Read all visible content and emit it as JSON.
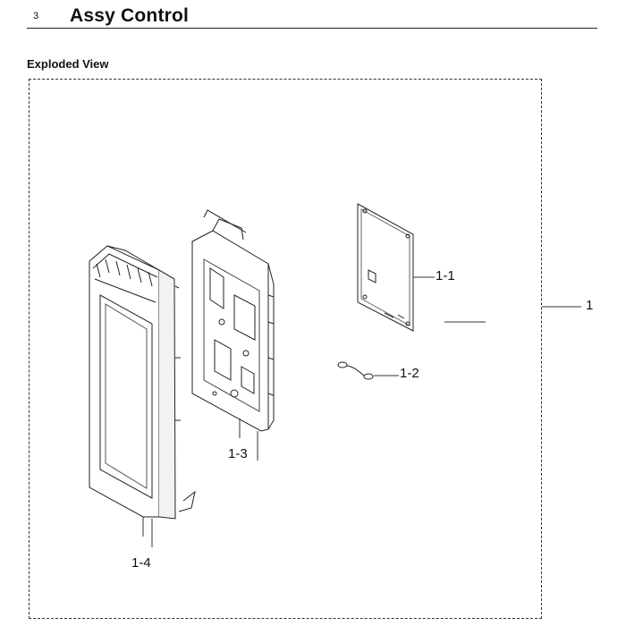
{
  "header": {
    "section_number": "3",
    "title": "Assy Control"
  },
  "view_label": "Exploded View",
  "callouts": {
    "assembly": "1",
    "pcb": "1-1",
    "wire": "1-2",
    "bracket": "1-3",
    "panel": "1-4"
  }
}
